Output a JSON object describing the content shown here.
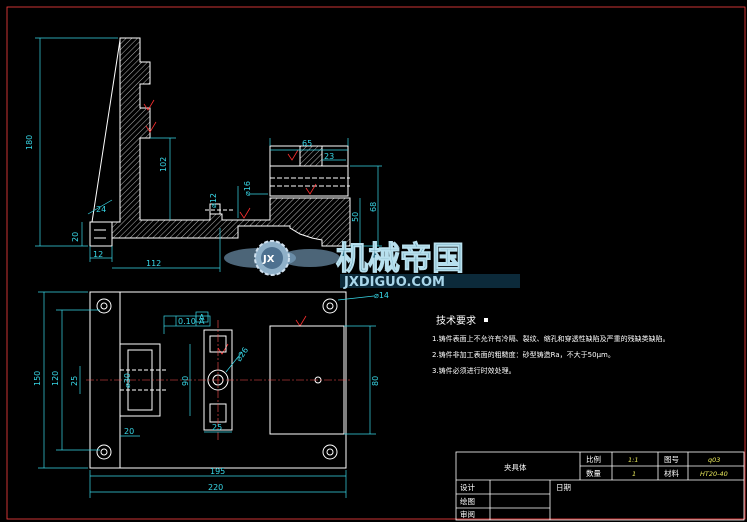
{
  "dimensions": {
    "d180": "180",
    "d102": "102",
    "d24": "24",
    "d20_left": "20",
    "d12": "12",
    "d112": "112",
    "d65": "65",
    "d23": "23",
    "d12_phi": "⌀12",
    "d16_phi": "⌀16",
    "d50": "50",
    "d68": "68",
    "d150": "150",
    "d120": "120",
    "d25_left": "25",
    "d30_phi": "⌀30",
    "d90": "90",
    "d26_phi": "⌀26",
    "d25_mid": "25",
    "d20_bottom": "20",
    "d195": "195",
    "d220": "220",
    "d80": "80",
    "d14_phi": "⌀14",
    "flatness_tol": "0.10",
    "flatness_ref": "A",
    "datum_a": "A"
  },
  "watermark": {
    "title": "机械帝国",
    "subtitle": "JXDIGUO.COM",
    "badge": "JX"
  },
  "notes": {
    "title": "技术要求",
    "items": [
      "1.铸件表面上不允许有冷隔、裂纹、缩孔和穿透性缺陷及严重的残缺类缺陷。",
      "2.铸件非加工表面的粗糙度：砂型铸造Ra，不大于50μm。",
      "3.铸件必须进行时效处理。"
    ]
  },
  "title_block": {
    "part_name": "夹具体",
    "scale_label": "比例",
    "scale_value": "1:1",
    "drawing_no_label": "图号",
    "drawing_no_value": "q03",
    "qty_label": "数量",
    "qty_value": "1",
    "material_label": "材料",
    "material_value": "HT20-40",
    "design_label": "设计",
    "draw_label": "绘图",
    "review_label": "审阅",
    "date_label": "日期"
  },
  "colors": {
    "background": "#000000",
    "outline": "#ffffff",
    "dimension": "#38d8e8",
    "roughness": "#ff3030",
    "border": "#ff4040",
    "title_value": "#e8e85a"
  }
}
